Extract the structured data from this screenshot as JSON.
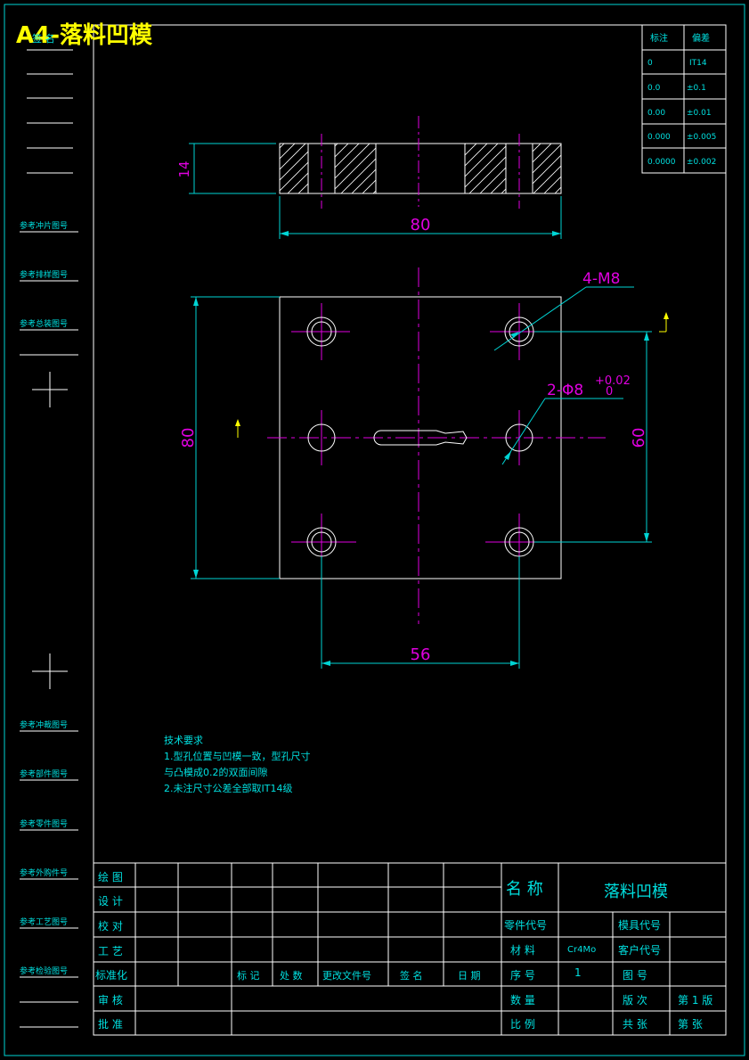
{
  "header_title": "A4-落料凹模",
  "left_column": {
    "top_label": "签 名",
    "ref_labels": [
      "参考冲片图号",
      "参考排样图号",
      "参考总装图号"
    ],
    "ref_labels_bottom": [
      "参考冲裁图号",
      "参考部件图号",
      "参考零件图号",
      "参考外购件号",
      "参考工艺图号",
      "参考检验图号"
    ]
  },
  "tolerance_table": {
    "headers": [
      "标注",
      "偏差"
    ],
    "rows": [
      [
        "0",
        "IT14"
      ],
      [
        "0.0",
        "±0.1"
      ],
      [
        "0.00",
        "±0.01"
      ],
      [
        "0.000",
        "±0.005"
      ],
      [
        "0.0000",
        "±0.002"
      ]
    ]
  },
  "dimensions": {
    "thickness": "14",
    "width_top": "80",
    "height_side": "80",
    "hole_spacing_v": "60",
    "hole_spacing_h": "56",
    "thread": "4-M8",
    "pin_hole": "2-Φ8",
    "pin_tol_upper": "+0.02",
    "pin_tol_lower": "0"
  },
  "tech_notes": {
    "title": "技术要求",
    "lines": [
      "1.型孔位置与凹模一致，型孔尺寸",
      "与凸模成0.2的双面间隙",
      "2.未注尺寸公差全部取IT14级"
    ]
  },
  "title_block": {
    "left_labels": [
      "绘 图",
      "设 计",
      "校 对",
      "工 艺",
      "标准化",
      "审 核",
      "批 准"
    ],
    "rev_labels": [
      "标 记",
      "处 数",
      "更改文件号",
      "签 名",
      "日 期"
    ],
    "name_label": "名 称",
    "name_value": "落料凹模",
    "part_code_label": "零件代号",
    "mold_code_label": "模具代号",
    "material_label": "材 料",
    "material_value": "Cr4Mo",
    "customer_code_label": "客户代号",
    "seq_label": "序 号",
    "seq_value": "1",
    "drawing_no_label": "图 号",
    "qty_label": "数 量",
    "version_label": "版 次",
    "version_value": "第 1 版",
    "scale_label": "比 例",
    "total_sheets_label": "共 张",
    "sheet_label": "第 张"
  },
  "colors": {
    "background": "#000000",
    "frame": "#ffffff",
    "dimension": "#00d4d4",
    "centerline": "#e000e0",
    "title": "#ffff00"
  }
}
